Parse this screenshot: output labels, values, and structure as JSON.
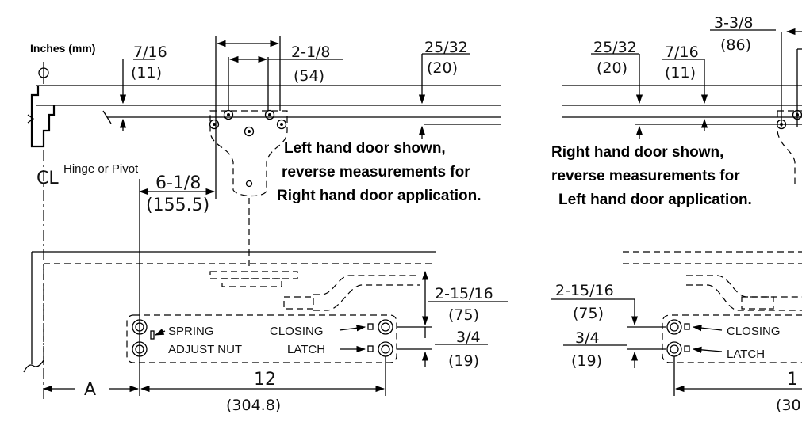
{
  "header": {
    "units": "Inches (mm)"
  },
  "labels": {
    "hinge": "Hinge or Pivot",
    "centerline": "CL",
    "spring": "SPRING",
    "adjust": "ADJUST NUT",
    "closing": "CLOSING",
    "latch": "LATCH",
    "a": "A"
  },
  "notes": {
    "left": [
      "Left hand door shown,",
      "reverse measurements for",
      "Right hand door application."
    ],
    "right": [
      "Right hand door shown,",
      "reverse measurements for",
      "Left hand door application."
    ]
  },
  "dims_left": {
    "d1_in": "7/16",
    "d1_mm": "(11)",
    "d2_in": "2-1/8",
    "d2_mm": "(54)",
    "d3_in": "25/32",
    "d3_mm": "(20)",
    "d4_in": "6-1/8",
    "d4_mm": "(155.5)",
    "d5_in": "2-15/16",
    "d5_mm": "(75)",
    "d6_in": "3/4",
    "d6_mm": "(19)",
    "d7_in": "12",
    "d7_mm": "(304.8)"
  },
  "dims_right": {
    "d1_in": "25/32",
    "d1_mm": "(20)",
    "d2_in": "7/16",
    "d2_mm": "(11)",
    "d3_in": "3-3/8",
    "d3_mm": "(86)",
    "d4_in": "2-15/16",
    "d4_mm": "(75)",
    "d5_in": "3/4",
    "d5_mm": "(19)",
    "d6_in": "1",
    "d6_mm": "(30"
  }
}
